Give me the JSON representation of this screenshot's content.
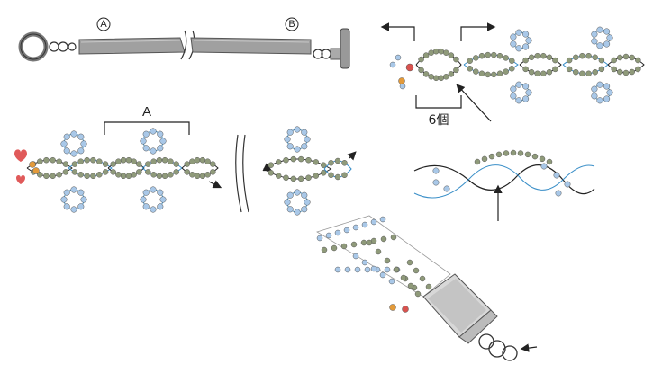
{
  "labels": {
    "end_a": "A",
    "end_b": "B",
    "repeat_unit": "A",
    "bead_count": "6個"
  },
  "colors": {
    "green_bead": "#8f9a7a",
    "blue_bead": "#a9c8e8",
    "red_bead": "#d9534f",
    "orange_bead": "#e39a3a",
    "thread_blue": "#3a8fc8",
    "thread_dark": "#222222",
    "metal": "#888888",
    "band": "#9a9a9a"
  },
  "icons": {
    "arrow": "arrow-icon",
    "heart": "heart-icon",
    "ring": "jump-ring-icon"
  }
}
